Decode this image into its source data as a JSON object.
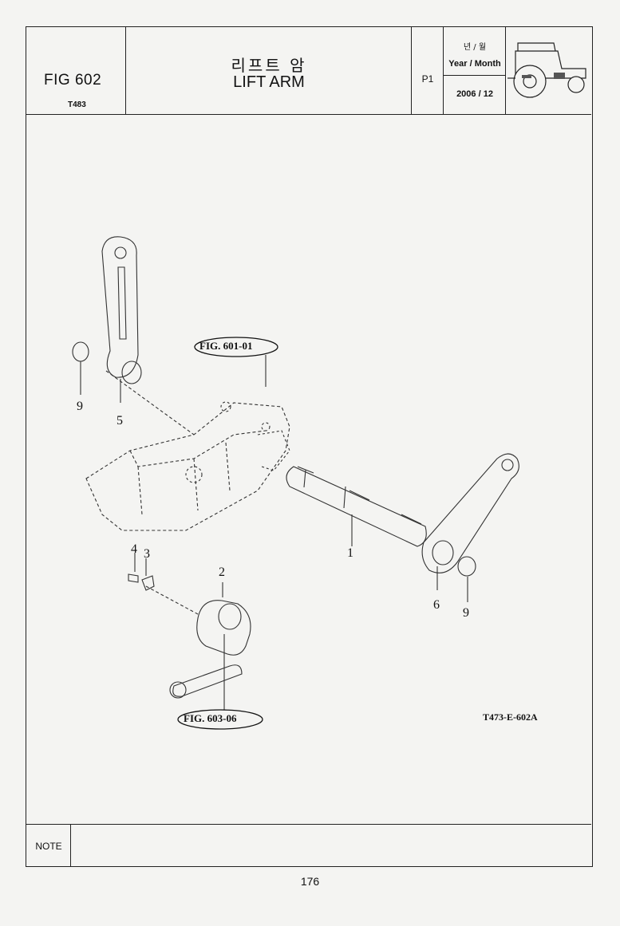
{
  "header": {
    "fig_number": "FIG 602",
    "model": "T483",
    "title_korean": "리프트 암",
    "title_english": "LIFT ARM",
    "page": "P1",
    "year_month_korean": "년 / 월",
    "year_month_label": "Year / Month",
    "year_month_value": "2006 / 12",
    "thumbnail": "tractor-icon"
  },
  "diagram": {
    "callouts": [
      {
        "id": "ref-601",
        "text": "FIG. 601-01"
      },
      {
        "id": "ref-603",
        "text": "FIG. 603-06"
      }
    ],
    "part_labels": [
      "1",
      "2",
      "3",
      "4",
      "5",
      "6",
      "9",
      "9"
    ],
    "drawing_code": "T473-E-602A"
  },
  "footer": {
    "note_label": "NOTE",
    "note_text": "",
    "page_number": "176"
  }
}
